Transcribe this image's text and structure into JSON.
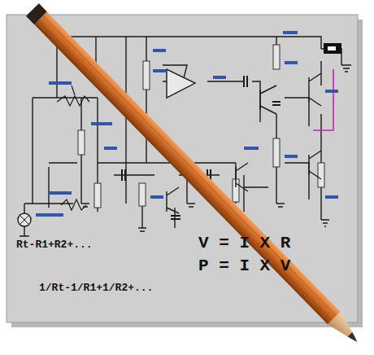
{
  "diagram": {
    "labels": [
      "Rt-R1+R2+...",
      "V = I X R",
      "P = I X V",
      "1/Rt-1/R1+1/R2+..."
    ]
  }
}
